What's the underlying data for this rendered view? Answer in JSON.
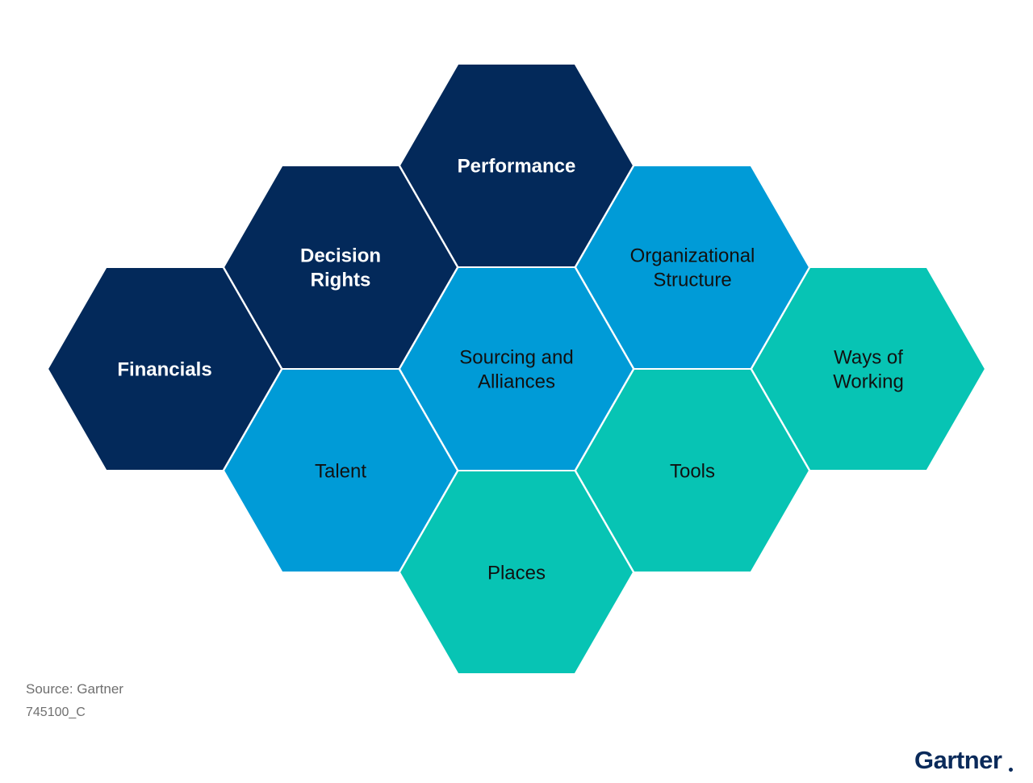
{
  "colors": {
    "navy": "#03295a",
    "blue": "#009bd7",
    "teal": "#07c4b4",
    "navy_text": "#ffffff",
    "light_text": "#111111"
  },
  "cells": [
    {
      "id": "performance",
      "lines": [
        "Performance"
      ],
      "fill": "navy",
      "bold": true
    },
    {
      "id": "decision-rights",
      "lines": [
        "Decision",
        "Rights"
      ],
      "fill": "navy",
      "bold": true
    },
    {
      "id": "organizational-structure",
      "lines": [
        "Organizational",
        "Structure"
      ],
      "fill": "blue",
      "bold": false
    },
    {
      "id": "financials",
      "lines": [
        "Financials"
      ],
      "fill": "navy",
      "bold": true
    },
    {
      "id": "sourcing-and-alliances",
      "lines": [
        "Sourcing and",
        "Alliances"
      ],
      "fill": "blue",
      "bold": false
    },
    {
      "id": "ways-of-working",
      "lines": [
        "Ways of",
        "Working"
      ],
      "fill": "teal",
      "bold": false
    },
    {
      "id": "talent",
      "lines": [
        "Talent"
      ],
      "fill": "blue",
      "bold": false
    },
    {
      "id": "tools",
      "lines": [
        "Tools"
      ],
      "fill": "teal",
      "bold": false
    },
    {
      "id": "places",
      "lines": [
        "Places"
      ],
      "fill": "teal",
      "bold": false
    }
  ],
  "footer": {
    "source": "Source: Gartner",
    "figure_id": "745100_C"
  },
  "logo": {
    "text": "Gartner"
  }
}
